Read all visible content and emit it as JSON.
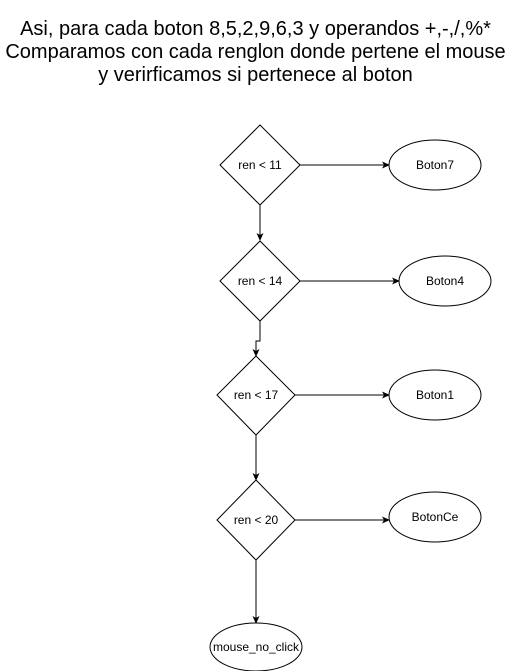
{
  "title": {
    "lines": [
      "Asi, para cada boton 8,5,2,9,6,3 y operandos +,-,/,%*",
      "Comparamos con cada renglon donde pertene el mouse",
      "y verirficamos si pertenece al boton"
    ]
  },
  "decisions": [
    "ren < 11",
    "ren < 14",
    "ren < 17",
    "ren < 20"
  ],
  "outcomes": [
    "Boton7",
    "Boton4",
    "Boton1",
    "BotonCe"
  ],
  "final": "mouse_no_click"
}
